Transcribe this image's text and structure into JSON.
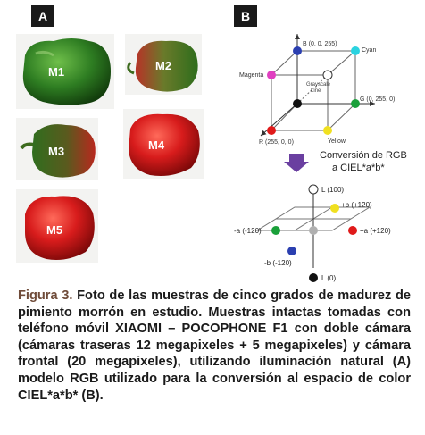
{
  "panels": {
    "a_label": "A",
    "b_label": "B"
  },
  "samples": [
    {
      "id": "M1",
      "color": "green"
    },
    {
      "id": "M2",
      "color": "green-red"
    },
    {
      "id": "M3",
      "color": "green-red"
    },
    {
      "id": "M4",
      "color": "red"
    },
    {
      "id": "M5",
      "color": "red"
    }
  ],
  "rgb_cube": {
    "blue": "B (0, 0, 255)",
    "cyan": "Cyan",
    "magenta": "Magenta",
    "grayscale_1": "Grayscale",
    "grayscale_2": "Line",
    "green": "G (0, 255, 0)",
    "red": "R (255, 0, 0)",
    "yellow": "Yellow"
  },
  "conversion": {
    "line1": "Conversión de RGB",
    "line2": "a CIEL*a*b*"
  },
  "lab_model": {
    "l_top": "L (100)",
    "b_plus": "+b (+120)",
    "a_minus": "-a (-120)",
    "a_plus": "+a (+120)",
    "b_minus": "-b (-120)",
    "l_bottom": "L (0)"
  },
  "caption": {
    "label": "Figura 3.",
    "text": "Foto de las muestras de cinco grados de madurez de pimiento morrón en estudio. Muestras intactas tomadas con teléfono móvil XIAOMI – POCOPHONE F1 con doble cámara (cámaras traseras 12 megapixeles + 5 megapixeles) y cámara frontal (20 megapixeles), utilizando iluminación natural (A) modelo RGB utilizado para la conversión al espacio de color CIEL*a*b* (B)."
  },
  "colors": {
    "caption_label": "#6f4b39",
    "arrow": "#6a3fa0",
    "blue": "#2b3fb0",
    "cyan": "#2bd3e0",
    "magenta": "#e040c0",
    "green": "#1aa03a",
    "red": "#e01a1a",
    "yellow": "#f0e020"
  }
}
